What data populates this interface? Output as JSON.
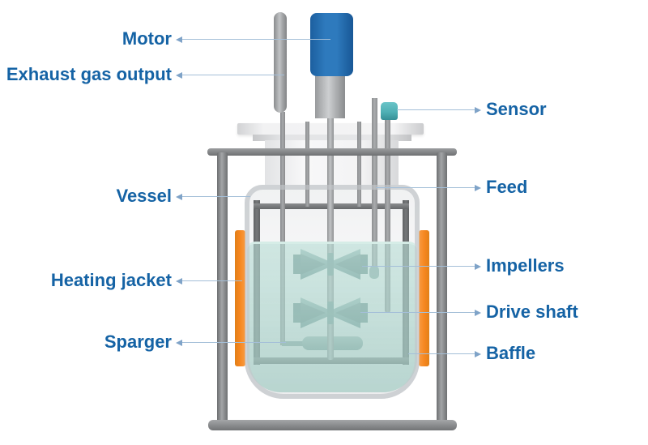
{
  "diagram": {
    "type": "bioreactor-schematic",
    "labels": {
      "motor": "Motor",
      "exhaust": "Exhaust gas output",
      "sensor": "Sensor",
      "vessel": "Vessel",
      "feed": "Feed",
      "heating_jacket": "Heating jacket",
      "impellers": "Impellers",
      "drive_shaft": "Drive shaft",
      "sparger": "Sparger",
      "baffle": "Baffle"
    },
    "colors": {
      "label_text": "#1563a5",
      "leader_line": "#a4bfd8",
      "motor_blue": "#2e7abd",
      "sensor_teal": "#4fb0b5",
      "heating_jacket_orange": "#f6861f",
      "liquid_teal": "#c6e2dc",
      "frame_gray": "#8a8c8e",
      "vessel_gray": "#ededee"
    }
  }
}
